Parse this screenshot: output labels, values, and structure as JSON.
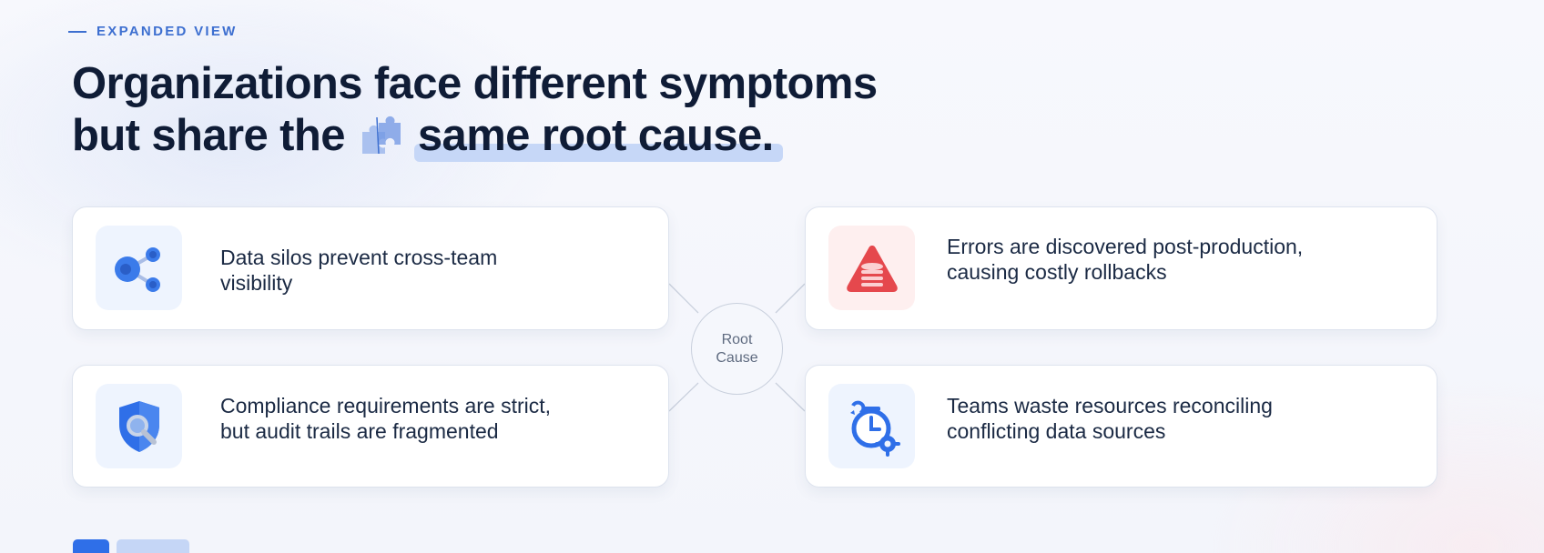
{
  "eyebrow": {
    "text": "EXPANDED VIEW"
  },
  "headline": {
    "line1": "Organizations face different symptoms",
    "line2_prefix": "but share the",
    "line2_highlight": "same root cause."
  },
  "icons": {
    "headline_icon": "puzzle-icon",
    "card_tl": "share-nodes-icon",
    "card_tr": "warning-database-icon",
    "card_bl": "shield-search-icon",
    "card_br": "clock-gear-icon"
  },
  "cards": {
    "top_left": {
      "line1": "Data silos prevent cross-team",
      "line2": "visibility"
    },
    "top_right": {
      "line1": "Errors are discovered post-production,",
      "line2": "causing costly rollbacks"
    },
    "bottom_left": {
      "line1": "Compliance requirements are strict,",
      "line2": "but audit trails are fragmented"
    },
    "bottom_right": {
      "line1": "Teams waste resources reconciling",
      "line2": "conflicting data sources"
    }
  },
  "hub": {
    "line1": "Root",
    "line2": "Cause"
  },
  "pager": {
    "total": 2,
    "active": 1
  },
  "colors": {
    "accent": "#2f6fe8",
    "heading": "#0f1c36",
    "highlight": "#c6d7f7",
    "danger": "#e5484d"
  }
}
